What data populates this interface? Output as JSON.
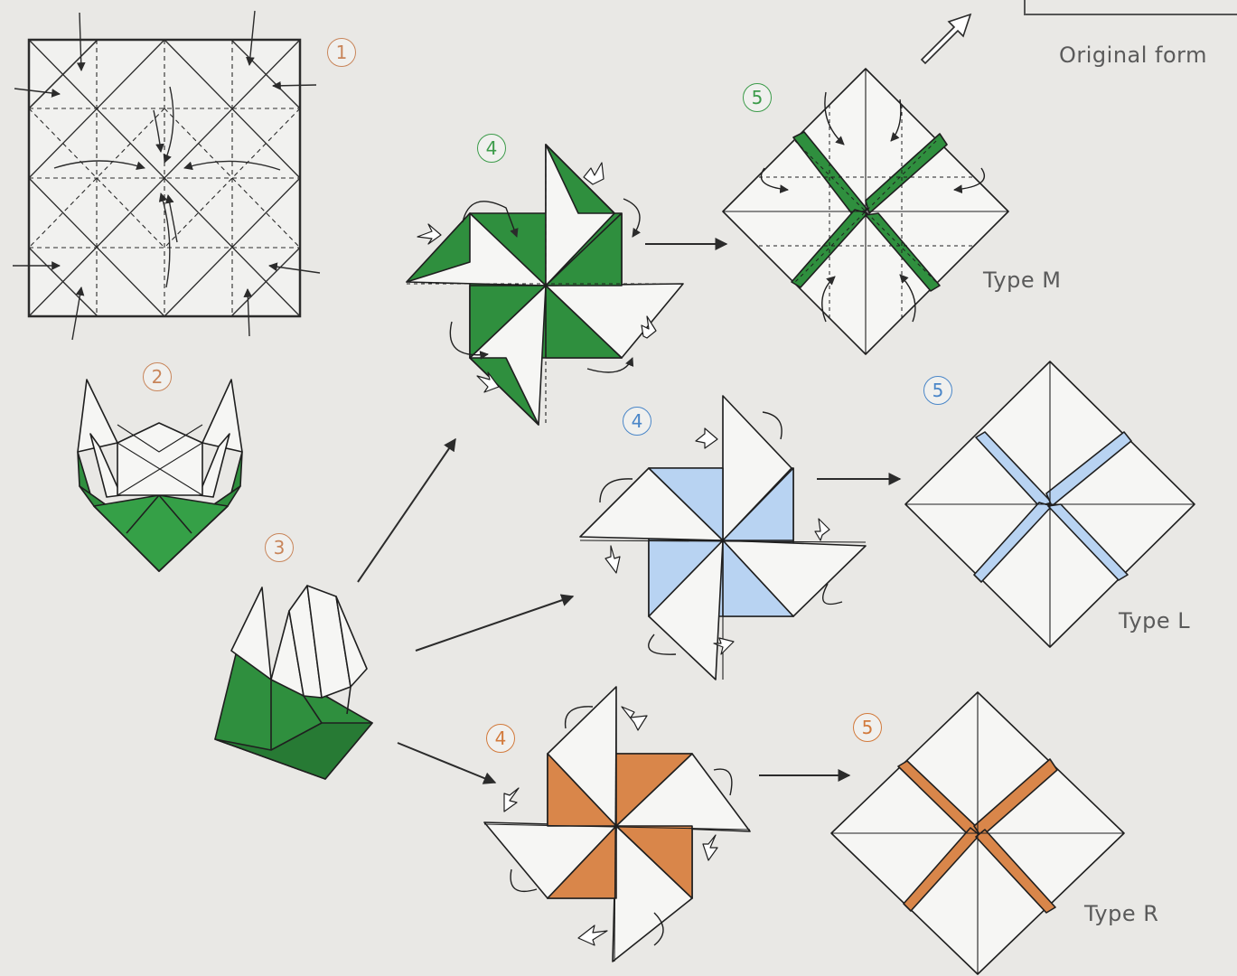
{
  "caption_original": "Original form",
  "type_labels": {
    "m": "Type M",
    "l": "Type L",
    "r": "Type R"
  },
  "step_numbers": {
    "s1": "1",
    "s2": "2",
    "s3": "3",
    "s4": "4",
    "s5": "5"
  },
  "colors": {
    "green": "#2f8f3e",
    "blue": "#b8d3f2",
    "orange": "#d9864a",
    "paper": "#f4f4f2",
    "line": "#2b2b2b"
  }
}
